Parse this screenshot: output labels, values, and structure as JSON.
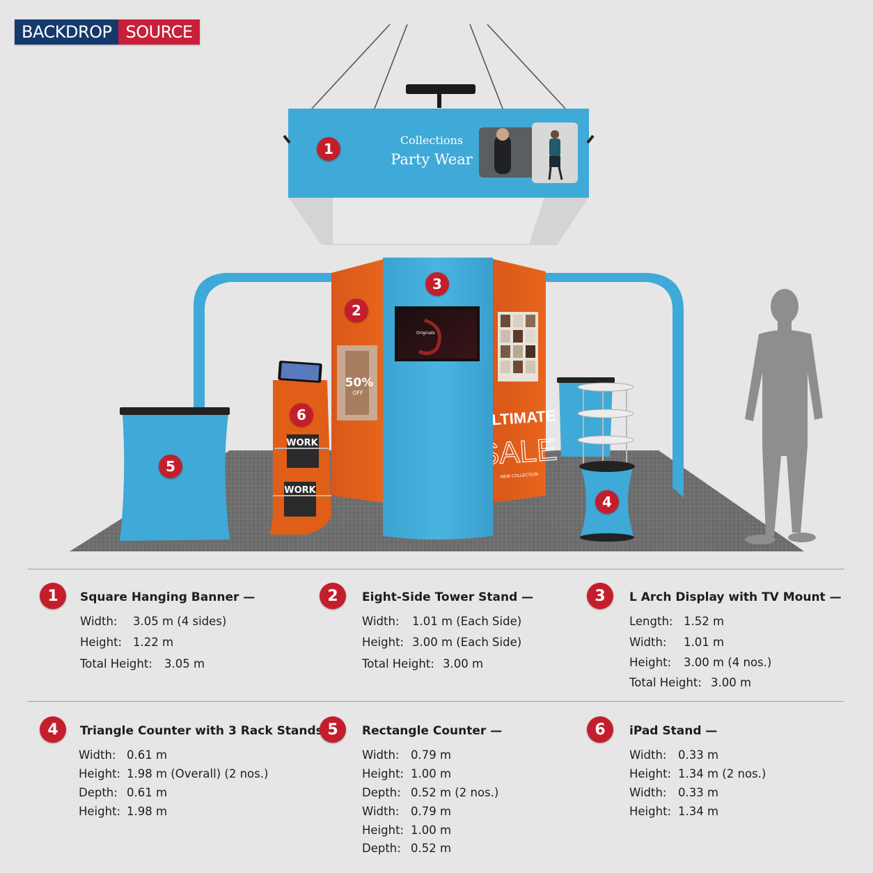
{
  "brand": {
    "left": "BACKDROP",
    "right": "SOURCE",
    "left_color": "#143a6c",
    "right_color": "#c8203a"
  },
  "colors": {
    "blue": "#3fa9d8",
    "orange": "#e05e17",
    "badge": "#c41e2c",
    "carpet": "#6f6f6f"
  },
  "scene": {
    "banner": {
      "line1": "Collections",
      "line2": "Party Wear"
    },
    "tv_text": "Originals",
    "sale": {
      "off": "50%",
      "off_sub": "OFF",
      "ultimate": "ULTIMATE",
      "sale": "SALE",
      "sub": "NEW COLLECTION"
    },
    "magazine": "WORK",
    "markers": [
      "1",
      "2",
      "3",
      "4",
      "5",
      "6"
    ]
  },
  "specs": [
    {
      "num": "1",
      "title": "Square Hanging Banner —",
      "lines": [
        {
          "k": "Width:",
          "v": "3.05 m (4 sides)"
        },
        {
          "k": "Height:",
          "v": "1.22 m"
        },
        {
          "k": "Total Height:",
          "v": "3.05 m"
        }
      ]
    },
    {
      "num": "2",
      "title": "Eight-Side Tower Stand —",
      "lines": [
        {
          "k": "Width:",
          "v": "1.01 m  (Each Side)"
        },
        {
          "k": "Height:",
          "v": "3.00 m  (Each Side)"
        },
        {
          "k": "Total Height:",
          "v": "3.00 m"
        }
      ]
    },
    {
      "num": "3",
      "title": "L Arch Display with TV Mount —",
      "lines": [
        {
          "k": "Length:",
          "v": "1.52 m"
        },
        {
          "k": "Width:",
          "v": "1.01 m"
        },
        {
          "k": "Height:",
          "v": "3.00 m  (4 nos.)"
        },
        {
          "k": "Total Height:",
          "v": "3.00 m"
        }
      ]
    },
    {
      "num": "4",
      "title": "Triangle Counter with 3 Rack Stands —",
      "lines": [
        {
          "k": "Width:",
          "v": "0.61 m"
        },
        {
          "k": "Height:",
          "v": "1.98 m  (Overall) (2 nos.)"
        },
        {
          "k": "Depth:",
          "v": "0.61 m"
        },
        {
          "k": "Height:",
          "v": "1.98 m"
        }
      ]
    },
    {
      "num": "5",
      "title": "Rectangle Counter —",
      "lines": [
        {
          "k": "Width:",
          "v": "0.79 m"
        },
        {
          "k": "Height:",
          "v": "1.00 m"
        },
        {
          "k": "Depth:",
          "v": "0.52 m  (2 nos.)"
        },
        {
          "k": "Width:",
          "v": "0.79 m"
        },
        {
          "k": "Height:",
          "v": "1.00 m"
        },
        {
          "k": "Depth:",
          "v": "0.52 m"
        }
      ]
    },
    {
      "num": "6",
      "title": "iPad Stand —",
      "lines": [
        {
          "k": "Width:",
          "v": "0.33 m"
        },
        {
          "k": "Height:",
          "v": "1.34 m  (2 nos.)"
        },
        {
          "k": "Width:",
          "v": "0.33 m"
        },
        {
          "k": "Height:",
          "v": "1.34 m"
        }
      ]
    }
  ]
}
